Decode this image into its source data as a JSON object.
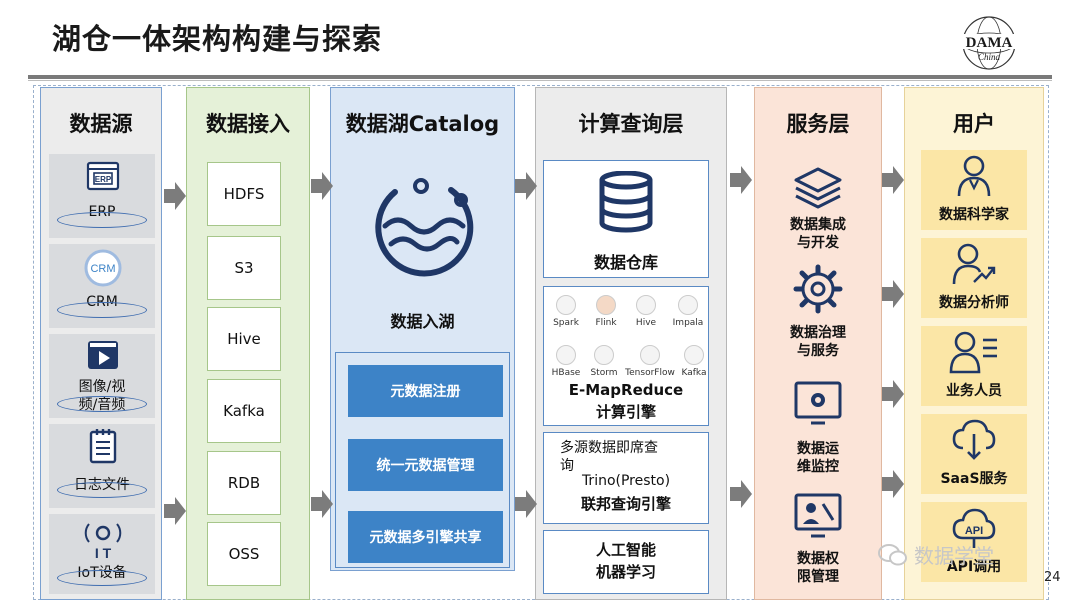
{
  "title": "湖仓一体架构构建与探索",
  "logo": {
    "text_top": "DAMA",
    "text_bottom": "China"
  },
  "columns": {
    "sources": {
      "header": "数据源",
      "items": [
        {
          "label": "ERP",
          "icon_text": "ERP"
        },
        {
          "label": "CRM",
          "icon_text": "CRM"
        },
        {
          "label_line1": "图像/视",
          "label_line2": "频/音频"
        },
        {
          "label": "日志文件"
        },
        {
          "label": "IoT设备"
        }
      ]
    },
    "ingest": {
      "header": "数据接入",
      "items": [
        "HDFS",
        "S3",
        "Hive",
        "Kafka",
        "RDB",
        "OSS"
      ]
    },
    "catalog": {
      "header": "数据湖Catalog",
      "lake_label": "数据入湖",
      "buttons": [
        "元数据注册",
        "统一元数据管理",
        "元数据多引擎共享"
      ]
    },
    "compute": {
      "header": "计算查询层",
      "warehouse_label": "数据仓库",
      "engines": [
        "Spark",
        "Flink",
        "Hive",
        "Impala",
        "HBase",
        "Storm",
        "TensorFlow",
        "Kafka"
      ],
      "emr_line1": "E-MapReduce",
      "emr_line2": "计算引擎",
      "adhoc_line1": "多源数据即席查",
      "adhoc_line2": "询",
      "adhoc_line3": "Trino(Presto)",
      "adhoc_line4": "联邦查询引擎",
      "ai_line1": "人工智能",
      "ai_line2": "机器学习"
    },
    "services": {
      "header": "服务层",
      "items": [
        {
          "line1": "数据集成",
          "line2": "与开发"
        },
        {
          "line1": "数据治理",
          "line2": "与服务"
        },
        {
          "line1": "数据运",
          "line2": "维监控"
        },
        {
          "line1": "数据权",
          "line2": "限管理"
        }
      ]
    },
    "users": {
      "header": "用户",
      "items": [
        "数据科学家",
        "数据分析师",
        "业务人员",
        "SaaS服务",
        "API调用"
      ],
      "api_icon_text": "API"
    }
  },
  "watermark": "数据学堂",
  "page_number": "24",
  "colors": {
    "sources_bg": "#ececec",
    "ingest_bg": "#e5f1d8",
    "catalog_bg": "#dbe7f5",
    "compute_bg": "#ececec",
    "services_bg": "#fbe4d8",
    "users_bg": "#fdf4d6",
    "accent_blue": "#3d83c7",
    "icon_navy": "#1f3766"
  }
}
